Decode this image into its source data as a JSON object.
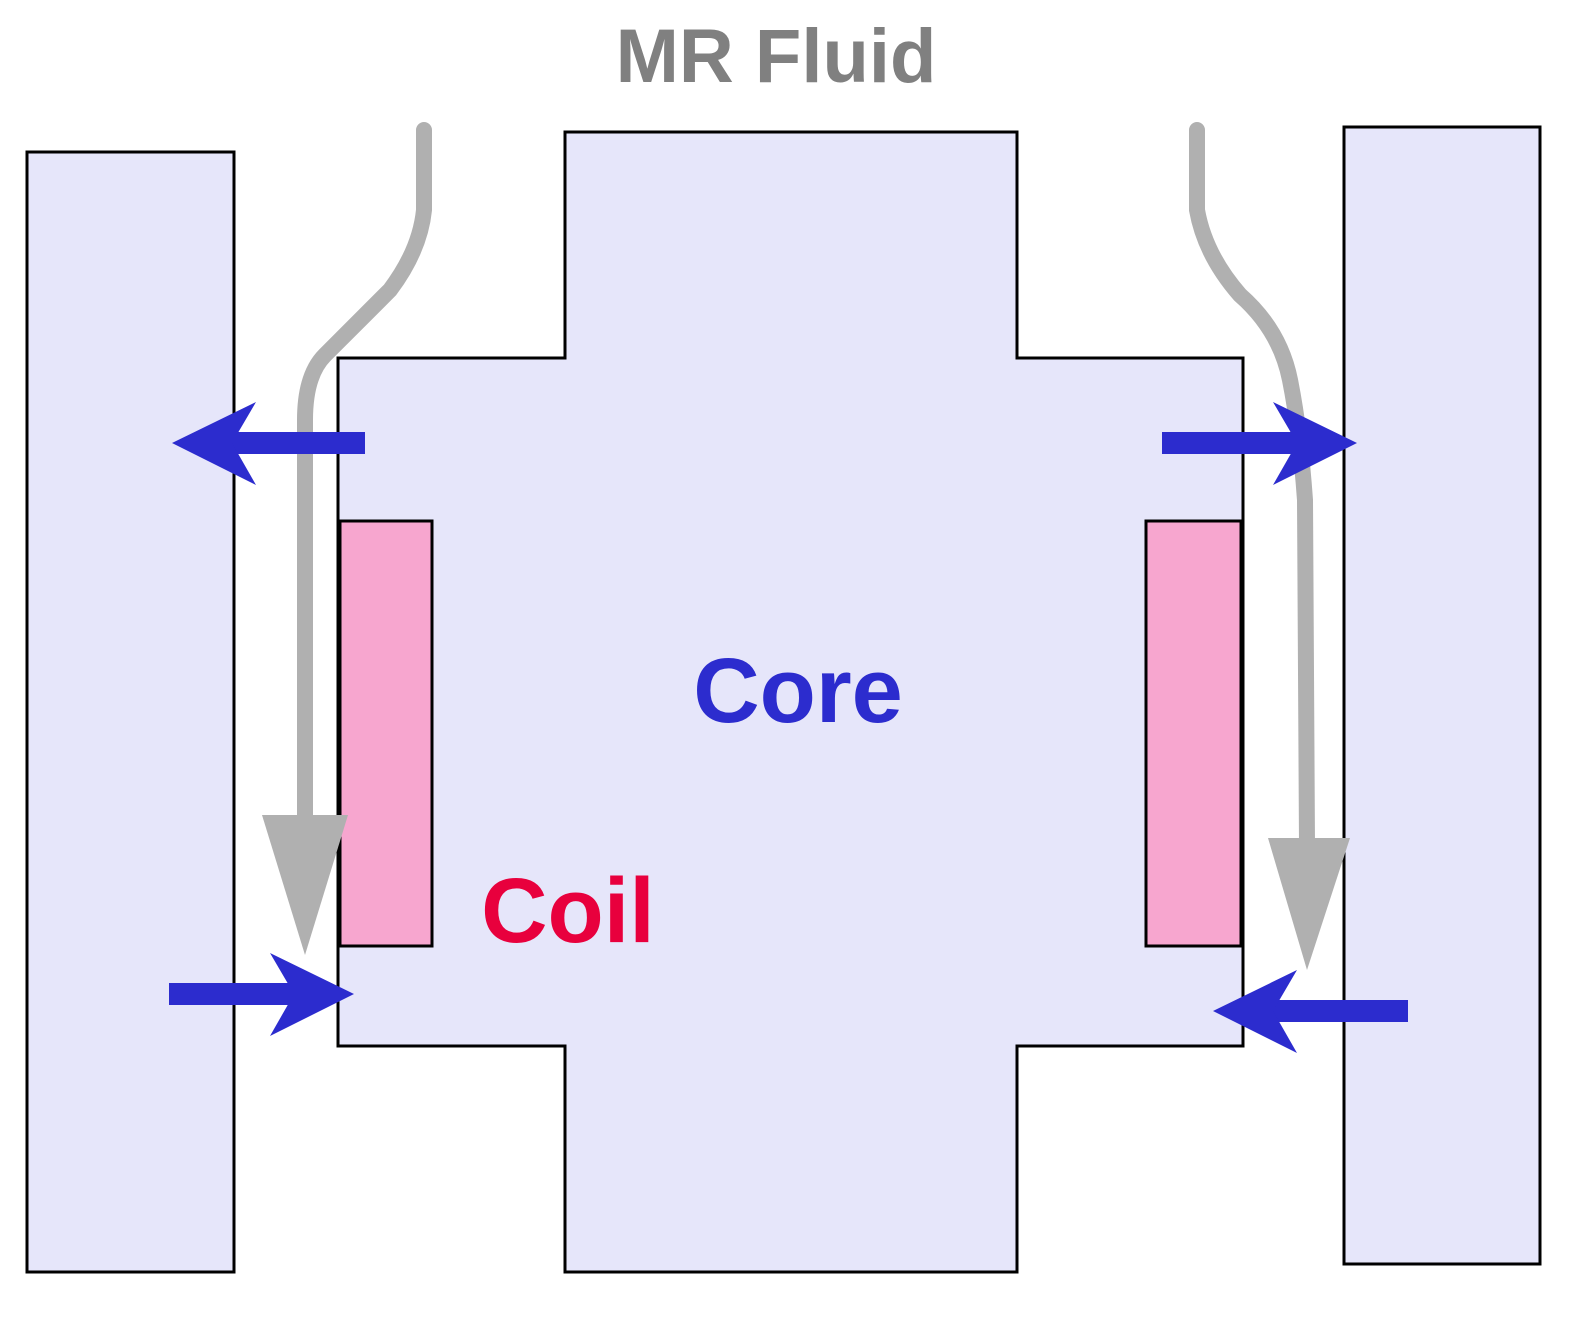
{
  "labels": {
    "fluid": "MR Fluid",
    "core": "Core",
    "coil": "Coil"
  },
  "colors": {
    "background": "#ffffff",
    "housing_fill": "#e6e6fa",
    "core_fill": "#e6e6fa",
    "coil_fill": "#f7a6cf",
    "outline": "#000000",
    "flow_arrow": "#b0b0b0",
    "flux_arrow": "#2c2cce",
    "fluid_label": "#808080",
    "core_label": "#2c2cce",
    "coil_label": "#e8003d"
  }
}
